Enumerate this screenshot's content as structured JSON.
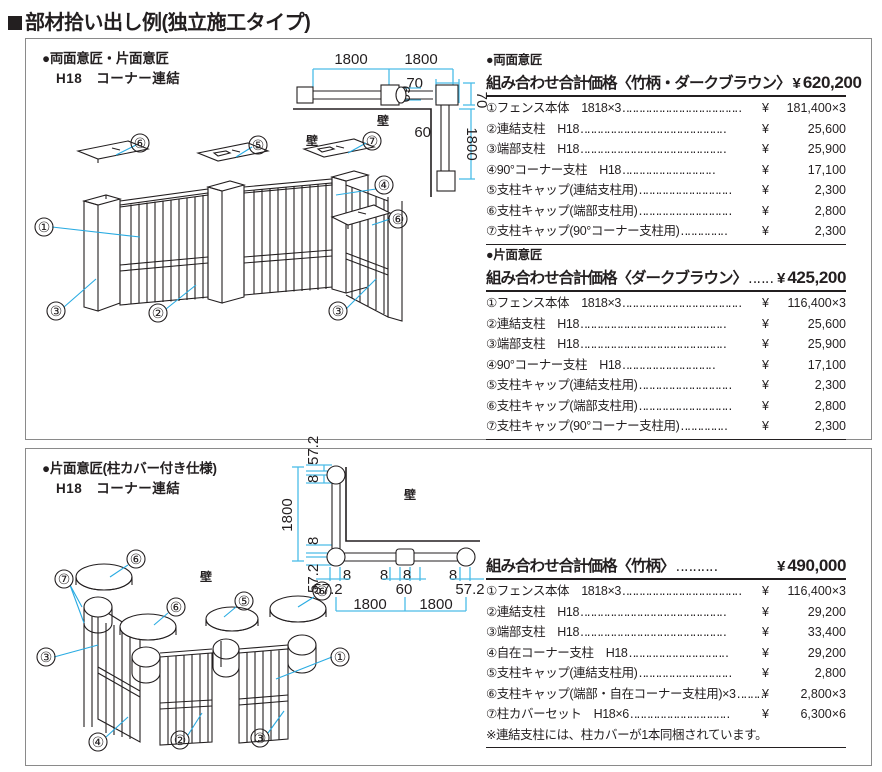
{
  "page": {
    "title": "部材拾い出し例(独立施工タイプ)"
  },
  "top_panel": {
    "left_heading": {
      "line1": "●両面意匠・片面意匠",
      "line2": "H18　コーナー連結"
    },
    "illustration": {
      "wall_label": "壁",
      "callouts": [
        "①",
        "②",
        "③",
        "④",
        "⑤",
        "⑥",
        "⑦"
      ]
    },
    "plan_diagram": {
      "wall_label": "壁",
      "dims": [
        "1800",
        "1800",
        "70",
        "70",
        "60",
        "60",
        "1800"
      ]
    },
    "price_blocks": [
      {
        "kind": "●両面意匠",
        "total_label": "組み合わせ合計価格〈竹柄・ダークブラウン〉",
        "total_currency": "¥",
        "total_value": "620,200",
        "rows": [
          {
            "name": "①フェンス本体　1818×3",
            "currency": "¥",
            "value": "181,400×3"
          },
          {
            "name": "②連結支柱　H18",
            "currency": "¥",
            "value": "25,600"
          },
          {
            "name": "③端部支柱　H18",
            "currency": "¥",
            "value": "25,900"
          },
          {
            "name": "④90°コーナー支柱　H18",
            "currency": "¥",
            "value": "17,100"
          },
          {
            "name": "⑤支柱キャップ(連結支柱用)",
            "currency": "¥",
            "value": "2,300"
          },
          {
            "name": "⑥支柱キャップ(端部支柱用)",
            "currency": "¥",
            "value": "2,800"
          },
          {
            "name": "⑦支柱キャップ(90°コーナー支柱用)",
            "currency": "¥",
            "value": "2,300"
          }
        ]
      },
      {
        "kind": "●片面意匠",
        "total_label": "組み合わせ合計価格〈ダークブラウン〉",
        "total_currency": "¥",
        "total_value": "425,200",
        "rows": [
          {
            "name": "①フェンス本体　1818×3",
            "currency": "¥",
            "value": "116,400×3"
          },
          {
            "name": "②連結支柱　H18",
            "currency": "¥",
            "value": "25,600"
          },
          {
            "name": "③端部支柱　H18",
            "currency": "¥",
            "value": "25,900"
          },
          {
            "name": "④90°コーナー支柱　H18",
            "currency": "¥",
            "value": "17,100"
          },
          {
            "name": "⑤支柱キャップ(連結支柱用)",
            "currency": "¥",
            "value": "2,300"
          },
          {
            "name": "⑥支柱キャップ(端部支柱用)",
            "currency": "¥",
            "value": "2,800"
          },
          {
            "name": "⑦支柱キャップ(90°コーナー支柱用)",
            "currency": "¥",
            "value": "2,300"
          }
        ]
      }
    ]
  },
  "bottom_panel": {
    "left_heading": {
      "line1": "●片面意匠(柱カバー付き仕様)",
      "line2": "H18　コーナー連結"
    },
    "illustration": {
      "wall_label": "壁",
      "callouts": [
        "①",
        "②",
        "③",
        "④",
        "⑤",
        "⑥",
        "⑦"
      ]
    },
    "plan_diagram": {
      "wall_label": "壁",
      "dims": [
        "57.2",
        "8",
        "57.2",
        "1800",
        "57.2",
        "8",
        "8",
        "8",
        "8",
        "57.2",
        "60",
        "1800",
        "1800"
      ]
    },
    "price_block": {
      "total_label": "組み合わせ合計価格〈竹柄〉",
      "total_currency": "¥",
      "total_value": "490,000",
      "rows": [
        {
          "name": "①フェンス本体　1818×3",
          "currency": "¥",
          "value": "116,400×3"
        },
        {
          "name": "②連結支柱　H18",
          "currency": "¥",
          "value": "29,200"
        },
        {
          "name": "③端部支柱　H18",
          "currency": "¥",
          "value": "33,400"
        },
        {
          "name": "④自在コーナー支柱　H18",
          "currency": "¥",
          "value": "29,200"
        },
        {
          "name": "⑤支柱キャップ(連結支柱用)",
          "currency": "¥",
          "value": "2,800"
        },
        {
          "name": "⑥支柱キャップ(端部・自在コーナー支柱用)×3",
          "currency": "¥",
          "value": "2,800×3"
        },
        {
          "name": "⑦柱カバーセット　H18×6",
          "currency": "¥",
          "value": "6,300×6"
        }
      ],
      "note": "※連結支柱には、柱カバーが1本同梱されています。"
    }
  },
  "colors": {
    "text": "#231f20",
    "dimension_line": "#4cbce8",
    "leader_line": "#29abe2",
    "panel_border": "#8a8a8a"
  }
}
